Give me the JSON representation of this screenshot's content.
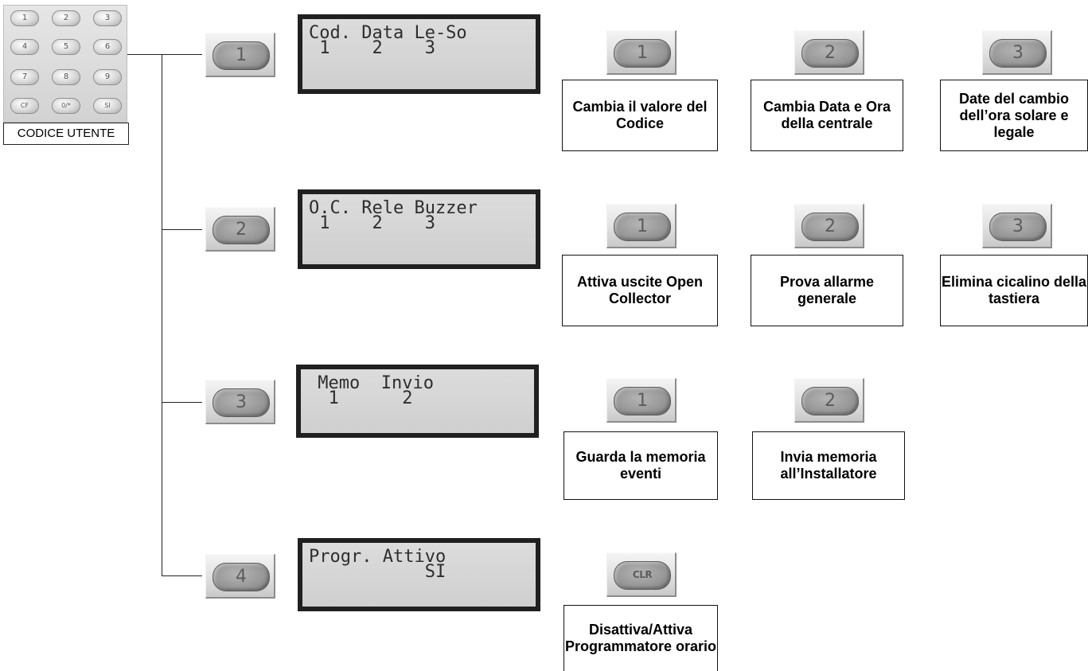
{
  "keypad": {
    "keys": [
      "1",
      "2",
      "3",
      "4",
      "5",
      "6",
      "7",
      "8",
      "9",
      "CF",
      "0/*",
      "SI"
    ],
    "caption": "CODICE UTENTE"
  },
  "menu": [
    {
      "key": "1",
      "lcd_line1": "Cod. Data Le-So",
      "lcd_line2": " 1    2    3",
      "options": [
        {
          "key": "1",
          "desc": "Cambia il valore del Codice"
        },
        {
          "key": "2",
          "desc": "Cambia Data e Ora della centrale"
        },
        {
          "key": "3",
          "desc": "Date del cambio dell’ora solare e legale"
        }
      ]
    },
    {
      "key": "2",
      "lcd_line1": "O.C. Rele Buzzer",
      "lcd_line2": " 1    2    3",
      "options": [
        {
          "key": "1",
          "desc": "Attiva uscite Open Collector"
        },
        {
          "key": "2",
          "desc": "Prova allarme generale"
        },
        {
          "key": "3",
          "desc": "Elimina cicalino della tastiera"
        }
      ]
    },
    {
      "key": "3",
      "lcd_line1": " Memo  Invio",
      "lcd_line2": "  1      2",
      "options": [
        {
          "key": "1",
          "desc": "Guarda la memoria eventi"
        },
        {
          "key": "2",
          "desc": "Invia memoria all’Installatore"
        }
      ]
    },
    {
      "key": "4",
      "lcd_line1": "Progr. Attivo",
      "lcd_line2": "           SI",
      "options": [
        {
          "key": "CLR",
          "desc": "Disattiva/Attiva Programmatore orario"
        }
      ]
    }
  ]
}
